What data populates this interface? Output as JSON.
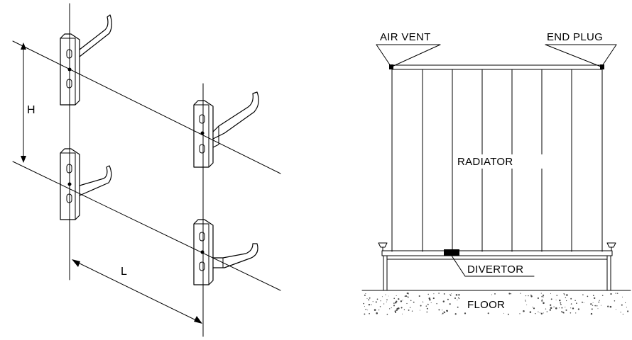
{
  "bracket_diagram": {
    "height_label": "H",
    "length_label": "L"
  },
  "radiator_diagram": {
    "air_vent_label": "AIR VENT",
    "end_plug_label": "END PLUG",
    "radiator_label": "RADIATOR",
    "divertor_label": "DIVERTOR",
    "floor_label": "FLOOR"
  }
}
